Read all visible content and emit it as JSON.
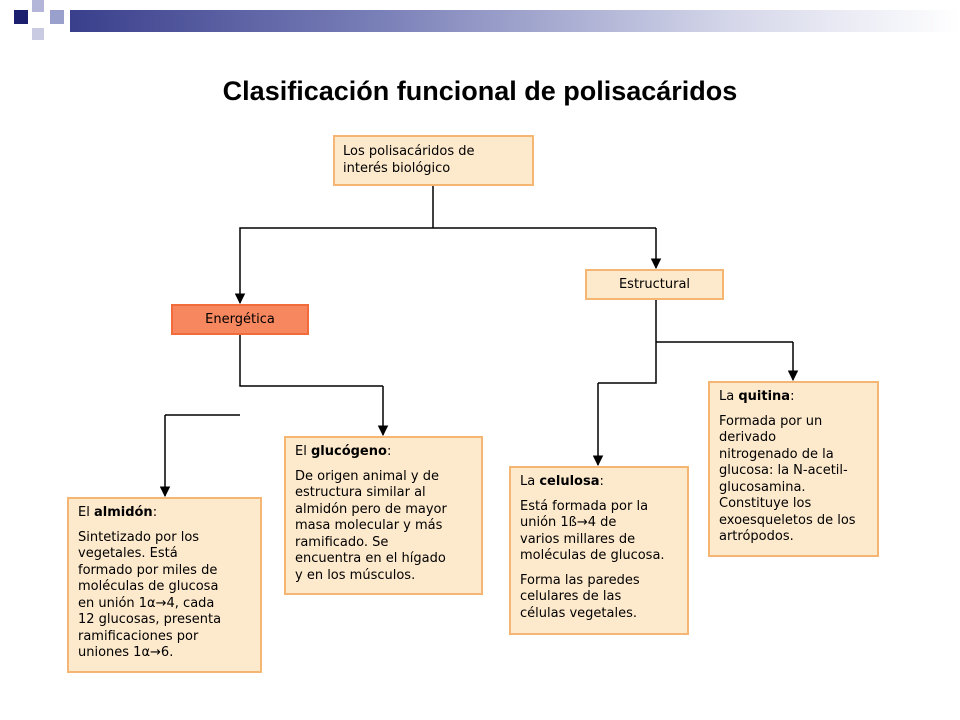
{
  "slide": {
    "title": "Clasificación funcional de polisacáridos"
  },
  "colors": {
    "box_fill": "#fde9cc",
    "box_border": "#f5b673",
    "highlight_fill": "#f7875e",
    "connector": "#000000"
  },
  "root": {
    "line1": "Los polisacáridos de",
    "line2": "interés biológico"
  },
  "energetica": {
    "label": "Energética"
  },
  "estructural": {
    "label": "Estructural"
  },
  "glucogeno": {
    "prefix": "El ",
    "name": "glucógeno",
    "suffix": ":",
    "lines": [
      "De origen animal y de",
      "estructura similar al",
      "almidón pero de mayor",
      "masa molecular y más",
      "ramificado. Se",
      "encuentra en el hígado",
      "y en los músculos."
    ]
  },
  "almidon": {
    "prefix": "El ",
    "name": "almidón",
    "suffix": ":",
    "lines": [
      "Sintetizado por los",
      "vegetales. Está",
      "formado por miles de",
      "moléculas de glucosa",
      "en unión 1α→4, cada",
      "12 glucosas, presenta",
      "ramificaciones por",
      "uniones 1α→6."
    ]
  },
  "celulosa": {
    "prefix": "La ",
    "name": "celulosa",
    "suffix": ":",
    "lines": [
      "Está formada por la",
      "unión  1ß→4 de",
      "varios millares de",
      "moléculas de glucosa."
    ],
    "lines2": [
      "Forma las paredes",
      "celulares de las",
      "células vegetales."
    ]
  },
  "quitina": {
    "prefix": "La ",
    "name": "quitina",
    "suffix": ":",
    "lines": [
      "Formada por un",
      "derivado",
      "nitrogenado de la",
      "glucosa: la N-acetil-",
      "glucosamina.",
      "Constituye los",
      "exoesqueletos de los",
      "artrópodos."
    ]
  }
}
